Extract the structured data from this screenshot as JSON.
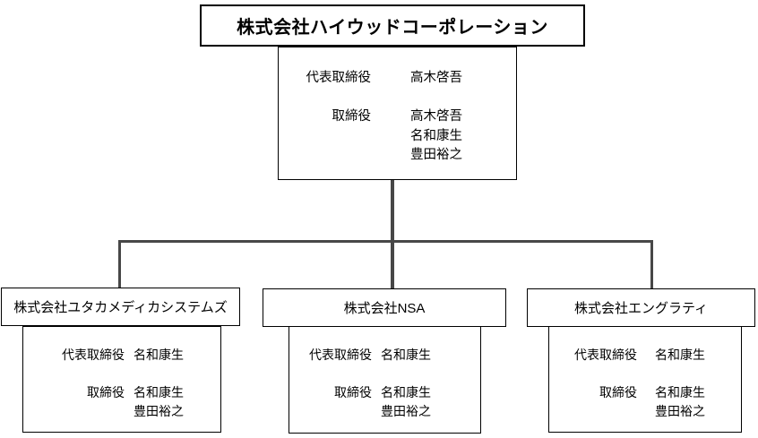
{
  "org": {
    "parent": {
      "name": "株式会社ハイウッドコーポレーション",
      "roles": [
        {
          "label": "代表取締役",
          "names": [
            "高木啓吾"
          ]
        },
        {
          "label": "取締役",
          "names": [
            "高木啓吾",
            "名和康生",
            "豊田裕之"
          ]
        }
      ]
    },
    "subsidiaries": [
      {
        "name": "株式会社ユタカメディカシステムズ",
        "roles": [
          {
            "label": "代表取締役",
            "names": [
              "名和康生"
            ]
          },
          {
            "label": "取締役",
            "names": [
              "名和康生",
              "豊田裕之"
            ]
          }
        ]
      },
      {
        "name": "株式会社NSA",
        "roles": [
          {
            "label": "代表取締役",
            "names": [
              "名和康生"
            ]
          },
          {
            "label": "取締役",
            "names": [
              "名和康生",
              "豊田裕之"
            ]
          }
        ]
      },
      {
        "name": "株式会社エングラティ",
        "roles": [
          {
            "label": "代表取締役",
            "names": [
              "名和康生"
            ]
          },
          {
            "label": "取締役",
            "names": [
              "名和康生",
              "豊田裕之"
            ]
          }
        ]
      }
    ],
    "colors": {
      "border": "#000000",
      "connector": "#474747",
      "background": "#ffffff",
      "text": "#000000"
    }
  }
}
